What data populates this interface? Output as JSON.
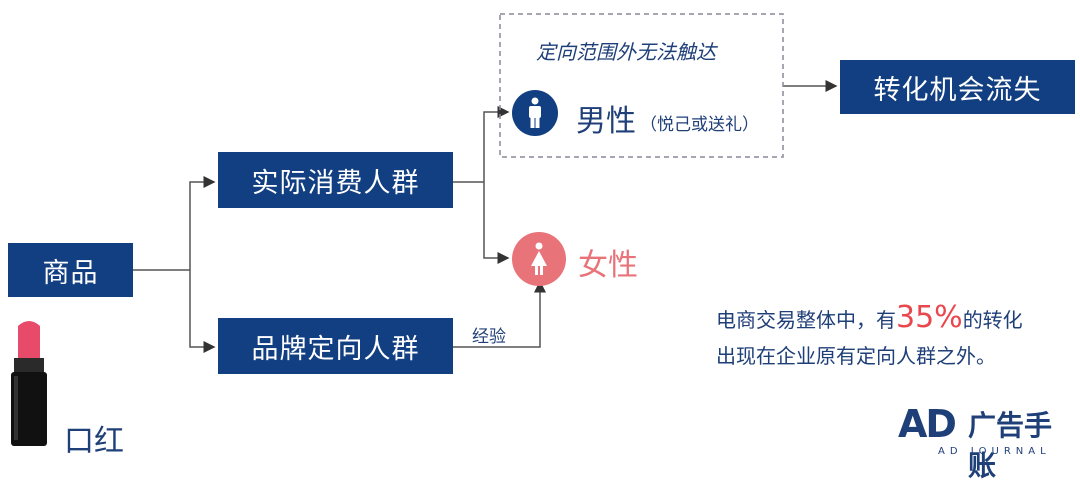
{
  "nodes": {
    "product": "商品",
    "actual_consumers": "实际消费人群",
    "brand_target": "品牌定向人群",
    "conversion_lost": "转化机会流失"
  },
  "outside_target": {
    "caption": "定向范围外无法触达",
    "male_label": "男性",
    "male_note": "（悦己或送礼）"
  },
  "female_label": "女性",
  "experience_label": "经验",
  "lipstick_label": "口红",
  "footnote": {
    "line1_before": "电商交易整体中，有",
    "percent": "35%",
    "line1_after": "的转化",
    "line2": "出现在企业原有定向人群之外。"
  },
  "logo": {
    "mark": "AD",
    "name": "广告手账",
    "sub": "AD JOURNAL"
  },
  "colors": {
    "box_blue": "#123e82",
    "text_blue": "#1f3f78",
    "male_circle": "#123e82",
    "female_circle": "#e8747a",
    "female_text": "#e8747a",
    "highlight_red": "#e8474d"
  }
}
